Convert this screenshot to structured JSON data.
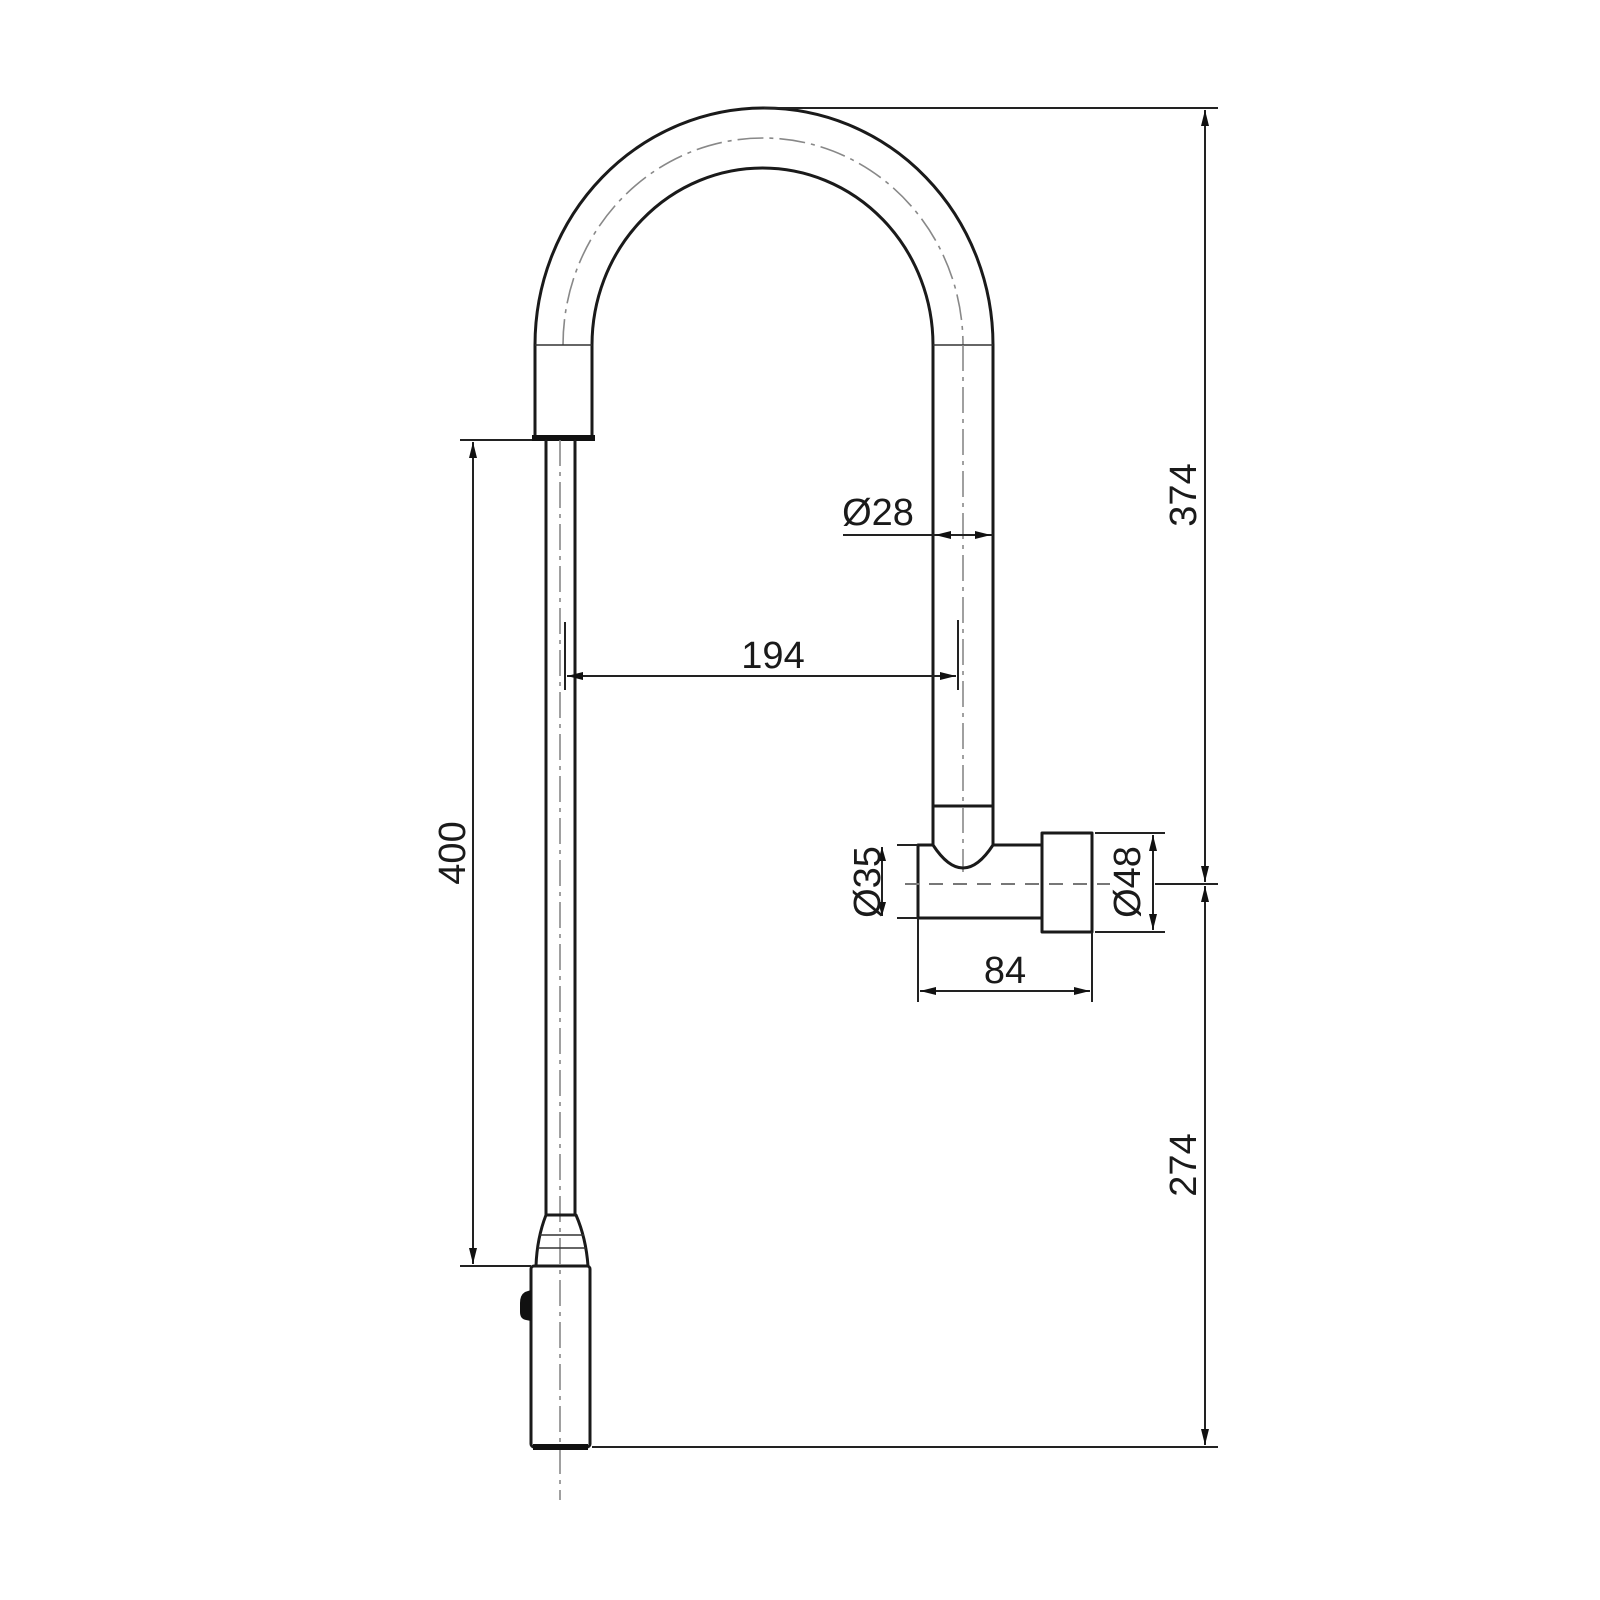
{
  "drawing": {
    "subject": "Pull-down kitchen faucet technical drawing (side elevation)",
    "units": "mm",
    "stroke_color": "#1a1a1a",
    "background": "#ffffff"
  },
  "dimensions": {
    "total_height_upper": {
      "label": "374",
      "value": 374,
      "orientation": "vertical"
    },
    "mount_height_lower": {
      "label": "274",
      "value": 274,
      "orientation": "vertical"
    },
    "hose_length": {
      "label": "400",
      "value": 400,
      "orientation": "vertical"
    },
    "spout_reach": {
      "label": "194",
      "value": 194,
      "orientation": "horizontal"
    },
    "body_length": {
      "label": "84",
      "value": 84,
      "orientation": "horizontal"
    },
    "spout_tube_diameter": {
      "label": "Ø28",
      "value": 28,
      "orientation": "horizontal"
    },
    "body_diameter": {
      "label": "Ø35",
      "value": 35,
      "orientation": "vertical"
    },
    "flange_diameter": {
      "label": "Ø48",
      "value": 48,
      "orientation": "vertical"
    }
  },
  "parts": [
    {
      "name": "gooseneck-spout"
    },
    {
      "name": "pull-down-hose"
    },
    {
      "name": "spray-head"
    },
    {
      "name": "spray-head-button"
    },
    {
      "name": "wall-mount-body"
    },
    {
      "name": "mounting-flange"
    }
  ]
}
